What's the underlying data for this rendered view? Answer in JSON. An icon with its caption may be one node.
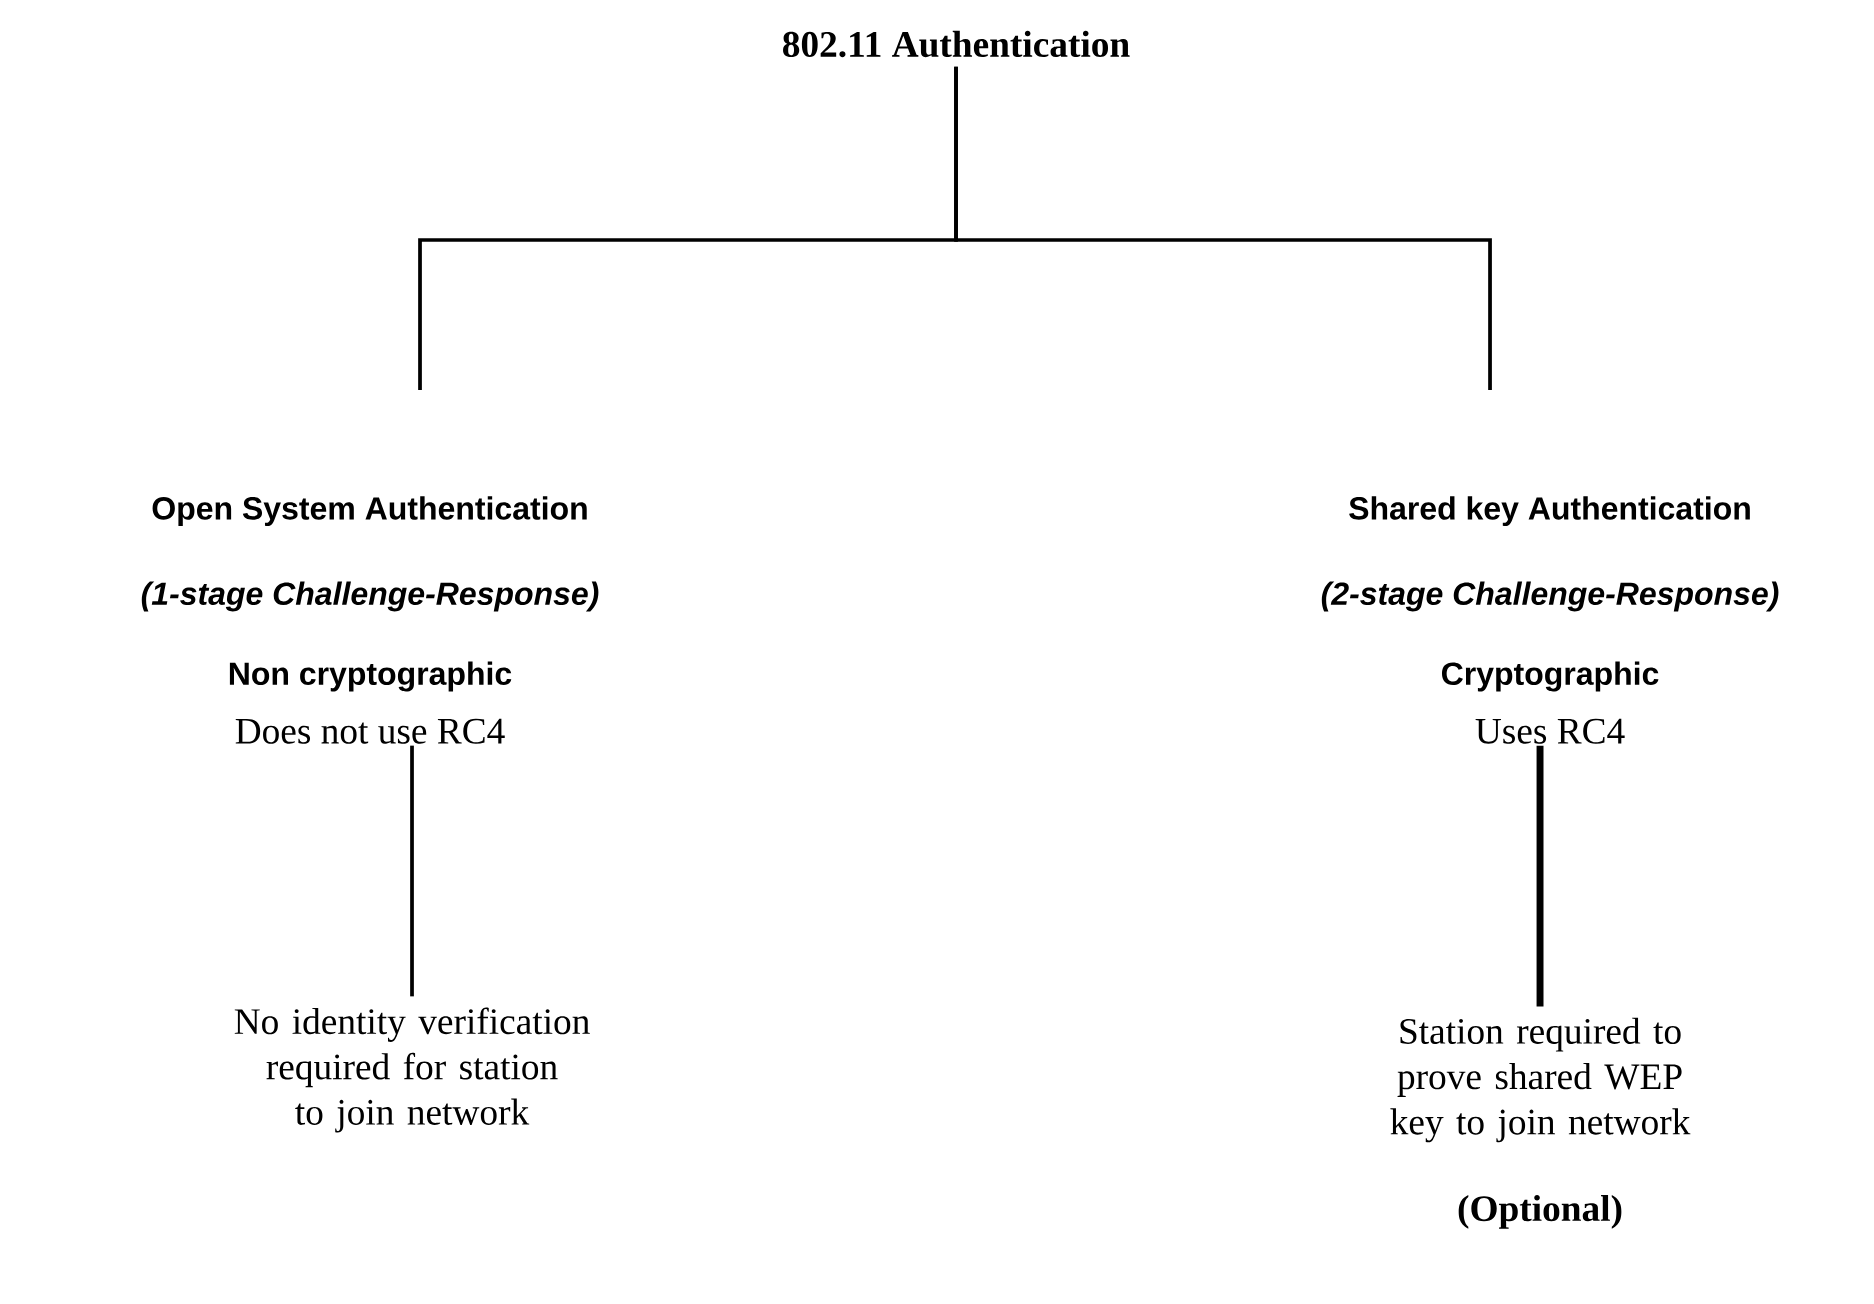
{
  "diagram": {
    "title": "802.11 Authentication",
    "nodes": [
      {
        "text": [
          "Open System Authentication",
          "(1-stage Challenge-Response)",
          "Non cryptographic",
          "Does not use RC4"
        ]
      },
      {
        "text": [
          "Shared key Authentication",
          "(2-stage Challenge-Response)",
          "Cryptographic",
          "Uses RC4"
        ]
      },
      {
        "text": [
          "No identity verification required for station to join network"
        ]
      },
      {
        "text": [
          "Station required to prove shared WEP key to join network"
        ],
        "beside": [
          "(Optional)"
        ]
      }
    ],
    "edges": [
      {
        "from": null,
        "to": 0,
        "arrow": "none"
      },
      {
        "from": null,
        "to": 1,
        "arrow": "none"
      },
      {
        "from": 0,
        "to": 2,
        "arrow": "none"
      },
      {
        "from": 1,
        "to": 3,
        "arrow": "none",
        "style": "thick"
      }
    ]
  }
}
